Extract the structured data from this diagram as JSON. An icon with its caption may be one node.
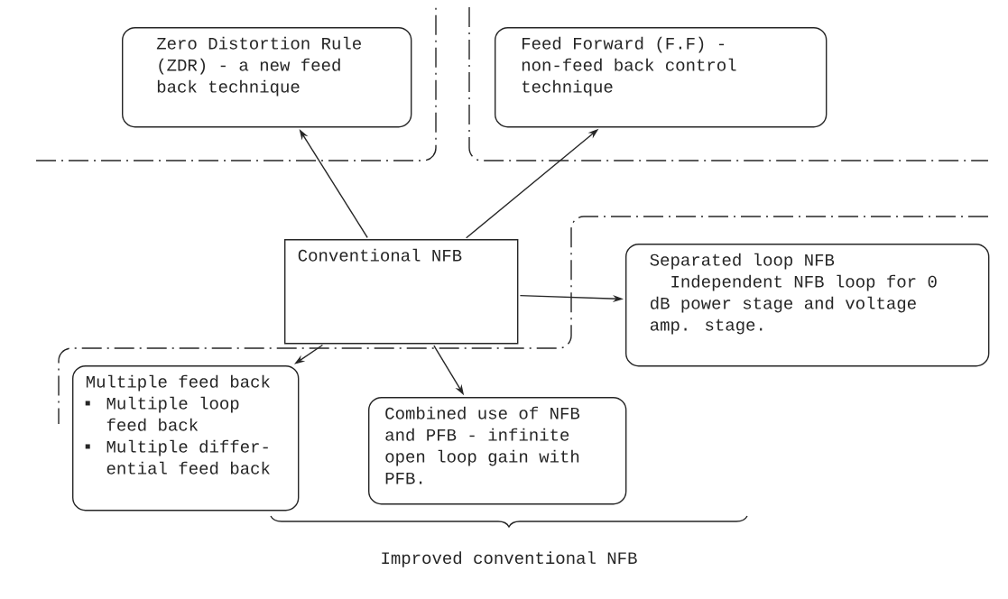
{
  "diagram": {
    "nodes": [
      {
        "text": [
          "Zero Distortion Rule (ZDR) - a new feed back technique"
        ]
      },
      {
        "text": [
          "Feed Forward (F.F) - non-feed back control technique"
        ]
      },
      {
        "text": [
          "Conventional NFB"
        ]
      },
      {
        "text": [
          "Separated loop NFB",
          "Independent NFB loop for 0 dB power stage and voltage amp. stage."
        ]
      },
      {
        "text": [
          "Multiple feed back",
          "Multiple loop feed back",
          "Multiple differ- ential feed back"
        ]
      },
      {
        "text": [
          "Combined use of NFB and PFB - infinite open loop gain with PFB."
        ]
      }
    ],
    "edges": [
      {
        "from": 2,
        "to": 0,
        "arrow": "to"
      },
      {
        "from": 2,
        "to": 1,
        "arrow": "to"
      },
      {
        "from": 2,
        "to": 3,
        "arrow": "to"
      },
      {
        "from": 2,
        "to": 4,
        "arrow": "to"
      },
      {
        "from": 2,
        "to": 5,
        "arrow": "to"
      }
    ],
    "labels": [
      "Improved conventional NFB"
    ]
  }
}
